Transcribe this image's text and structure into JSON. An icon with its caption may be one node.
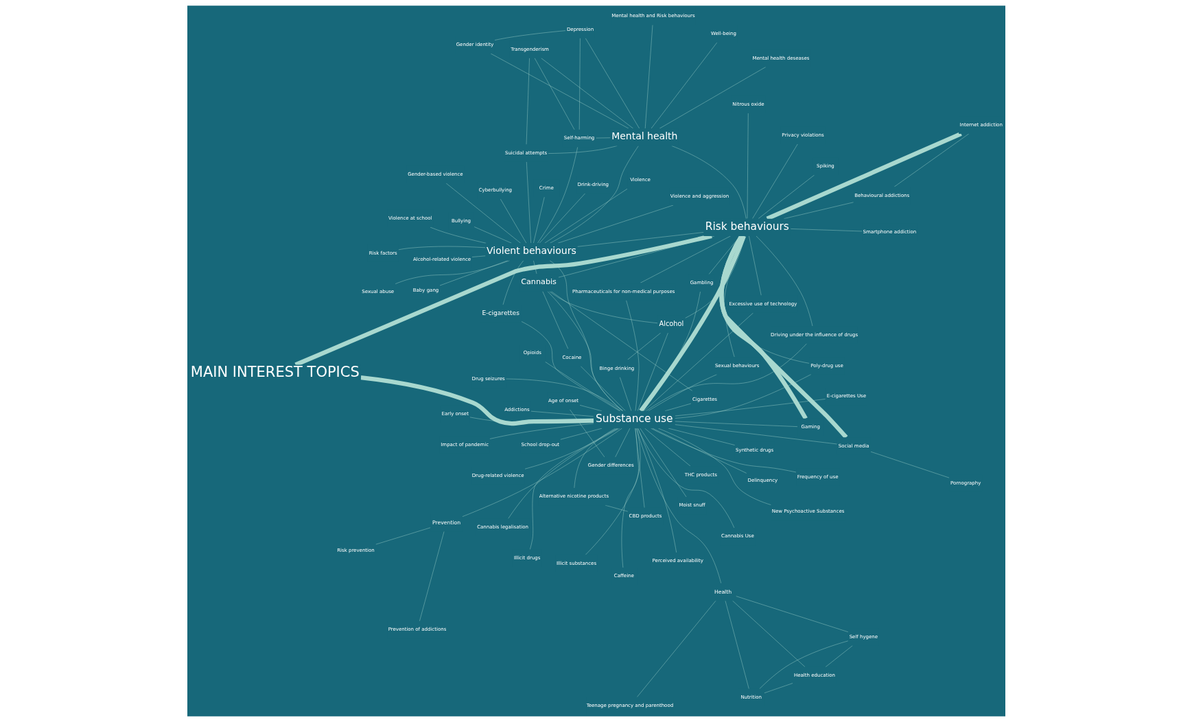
{
  "diagram": {
    "nodes": [
      {
        "text": [
          "MAIN INTEREST TOPICS"
        ]
      },
      {
        "text": [
          "Substance use"
        ]
      },
      {
        "text": [
          "Risk behaviours"
        ]
      },
      {
        "text": [
          "Violent behaviours"
        ]
      },
      {
        "text": [
          "Mental health"
        ]
      },
      {
        "text": [
          "Cannabis"
        ]
      },
      {
        "text": [
          "Alcohol"
        ]
      },
      {
        "text": [
          "E-cigarettes"
        ]
      },
      {
        "text": [
          "Health"
        ]
      },
      {
        "text": [
          "Prevention"
        ]
      },
      {
        "text": [
          "Prevention of addictions"
        ]
      },
      {
        "text": [
          "Risk prevention"
        ]
      },
      {
        "text": [
          "Delinquency"
        ]
      },
      {
        "text": [
          "Driving under the influence of drugs"
        ]
      },
      {
        "text": [
          "School drop-out"
        ]
      },
      {
        "text": [
          "Cannabis Use"
        ]
      },
      {
        "text": [
          "CBD products"
        ]
      },
      {
        "text": [
          "Alternative nicotine products"
        ]
      },
      {
        "text": [
          "Drug seizures"
        ]
      },
      {
        "text": [
          "Addictions"
        ]
      },
      {
        "text": [
          "Caffeine"
        ]
      },
      {
        "text": [
          "Illicit drugs"
        ]
      },
      {
        "text": [
          "E-cigarettes Use"
        ]
      },
      {
        "text": [
          "Gender differences"
        ]
      },
      {
        "text": [
          "Age of onset"
        ]
      },
      {
        "text": [
          "Perceived availability"
        ]
      },
      {
        "text": [
          "Frequency of use"
        ]
      },
      {
        "text": [
          "Cannabis legalisation"
        ]
      },
      {
        "text": [
          "Illicit substances"
        ]
      },
      {
        "text": [
          "New Psychoactive Substances"
        ]
      },
      {
        "text": [
          "THC products"
        ]
      },
      {
        "text": [
          "Excessive use of technology"
        ]
      },
      {
        "text": [
          "Sexual behaviours"
        ]
      },
      {
        "text": [
          "Gambling"
        ]
      },
      {
        "text": [
          "Gaming"
        ]
      },
      {
        "text": [
          "Social media"
        ]
      },
      {
        "text": [
          "Moist snuff"
        ]
      },
      {
        "text": [
          "Synthetic drugs"
        ]
      },
      {
        "text": [
          "Early onset"
        ]
      },
      {
        "text": [
          "Binge drinking"
        ]
      },
      {
        "text": [
          "Cocaine"
        ]
      },
      {
        "text": [
          "Opioids"
        ]
      },
      {
        "text": [
          "Pharmaceuticals for non-medical purposes"
        ]
      },
      {
        "text": [
          "Cigarettes"
        ]
      },
      {
        "text": [
          "Poly-drug use"
        ]
      },
      {
        "text": [
          "Impact of pandemic"
        ]
      },
      {
        "text": [
          "Pornography"
        ]
      },
      {
        "text": [
          "Smartphone addiction"
        ]
      },
      {
        "text": [
          "Behavioural addictions"
        ]
      },
      {
        "text": [
          "Internet addiction"
        ]
      },
      {
        "text": [
          "Nitrous oxide"
        ]
      },
      {
        "text": [
          "Spiking"
        ]
      },
      {
        "text": [
          "Well-being"
        ]
      },
      {
        "text": [
          "Mental health and Risk behaviours"
        ]
      },
      {
        "text": [
          "Mental health deseases"
        ]
      },
      {
        "text": [
          "Gender identity"
        ]
      },
      {
        "text": [
          "Transgenderism"
        ]
      },
      {
        "text": [
          "Depression"
        ]
      },
      {
        "text": [
          "Drink-driving"
        ]
      },
      {
        "text": [
          "Privacy violations"
        ]
      },
      {
        "text": [
          "Suicidal attempts"
        ]
      },
      {
        "text": [
          "Self-harming"
        ]
      },
      {
        "text": [
          "Sexual abuse"
        ]
      },
      {
        "text": [
          "Bullying"
        ]
      },
      {
        "text": [
          "Violence"
        ]
      },
      {
        "text": [
          "Risk factors"
        ]
      },
      {
        "text": [
          "Cyberbullying"
        ]
      },
      {
        "text": [
          "Crime"
        ]
      },
      {
        "text": [
          "Violence and aggression"
        ]
      },
      {
        "text": [
          "Violence at school"
        ]
      },
      {
        "text": [
          "Baby gang"
        ]
      },
      {
        "text": [
          "Gender-based violence"
        ]
      },
      {
        "text": [
          "Alcohol-related violence"
        ]
      },
      {
        "text": [
          "Drug-related violence"
        ]
      },
      {
        "text": [
          "Teenage pregnancy and parenthood"
        ]
      },
      {
        "text": [
          "Health education"
        ]
      },
      {
        "text": [
          "Self hygene"
        ]
      },
      {
        "text": [
          "Nutrition"
        ]
      }
    ],
    "edges": [
      {
        "from": 0,
        "to": 1,
        "arrow": "none",
        "style": "thick"
      },
      {
        "from": 0,
        "to": 2,
        "arrow": "none",
        "style": "thick"
      },
      {
        "from": 1,
        "to": 2,
        "arrow": "none",
        "style": "thick"
      },
      {
        "from": 34,
        "to": 2,
        "arrow": "none",
        "style": "thick"
      },
      {
        "from": 35,
        "to": 2,
        "arrow": "none",
        "style": "thick"
      },
      {
        "from": 49,
        "to": 2,
        "arrow": "none",
        "style": "thick"
      },
      {
        "from": 1,
        "to": 5,
        "arrow": "none"
      },
      {
        "from": 1,
        "to": 6,
        "arrow": "none"
      },
      {
        "from": 1,
        "to": 7,
        "arrow": "none"
      },
      {
        "from": 1,
        "to": 15,
        "arrow": "none"
      },
      {
        "from": 1,
        "to": 16,
        "arrow": "none"
      },
      {
        "from": 1,
        "to": 17,
        "arrow": "none"
      },
      {
        "from": 1,
        "to": 18,
        "arrow": "none"
      },
      {
        "from": 1,
        "to": 19,
        "arrow": "none"
      },
      {
        "from": 1,
        "to": 20,
        "arrow": "none"
      },
      {
        "from": 1,
        "to": 21,
        "arrow": "none"
      },
      {
        "from": 1,
        "to": 22,
        "arrow": "none"
      },
      {
        "from": 1,
        "to": 23,
        "arrow": "none"
      },
      {
        "from": 1,
        "to": 24,
        "arrow": "none"
      },
      {
        "from": 1,
        "to": 25,
        "arrow": "none"
      },
      {
        "from": 1,
        "to": 26,
        "arrow": "none"
      },
      {
        "from": 1,
        "to": 27,
        "arrow": "none"
      },
      {
        "from": 1,
        "to": 28,
        "arrow": "none"
      },
      {
        "from": 1,
        "to": 29,
        "arrow": "none"
      },
      {
        "from": 1,
        "to": 30,
        "arrow": "none"
      },
      {
        "from": 1,
        "to": 9,
        "arrow": "none"
      },
      {
        "from": 1,
        "to": 13,
        "arrow": "none"
      },
      {
        "from": 1,
        "to": 14,
        "arrow": "none"
      },
      {
        "from": 1,
        "to": 32,
        "arrow": "none"
      },
      {
        "from": 1,
        "to": 33,
        "arrow": "none"
      },
      {
        "from": 1,
        "to": 34,
        "arrow": "none"
      },
      {
        "from": 1,
        "to": 35,
        "arrow": "none"
      },
      {
        "from": 1,
        "to": 36,
        "arrow": "none"
      },
      {
        "from": 1,
        "to": 37,
        "arrow": "none"
      },
      {
        "from": 1,
        "to": 38,
        "arrow": "none"
      },
      {
        "from": 1,
        "to": 39,
        "arrow": "none"
      },
      {
        "from": 1,
        "to": 40,
        "arrow": "none"
      },
      {
        "from": 1,
        "to": 41,
        "arrow": "none"
      },
      {
        "from": 1,
        "to": 42,
        "arrow": "none"
      },
      {
        "from": 1,
        "to": 43,
        "arrow": "none"
      },
      {
        "from": 1,
        "to": 44,
        "arrow": "none"
      },
      {
        "from": 1,
        "to": 45,
        "arrow": "none"
      },
      {
        "from": 1,
        "to": 73,
        "arrow": "none"
      },
      {
        "from": 1,
        "to": 3,
        "arrow": "none"
      },
      {
        "from": 1,
        "to": 12,
        "arrow": "none"
      },
      {
        "from": 1,
        "to": 31,
        "arrow": "none"
      },
      {
        "from": 1,
        "to": 8,
        "arrow": "none"
      },
      {
        "from": 2,
        "to": 4,
        "arrow": "none"
      },
      {
        "from": 2,
        "to": 3,
        "arrow": "none"
      },
      {
        "from": 2,
        "to": 47,
        "arrow": "none"
      },
      {
        "from": 2,
        "to": 48,
        "arrow": "none"
      },
      {
        "from": 2,
        "to": 50,
        "arrow": "none"
      },
      {
        "from": 2,
        "to": 51,
        "arrow": "none"
      },
      {
        "from": 2,
        "to": 44,
        "arrow": "none"
      },
      {
        "from": 2,
        "to": 42,
        "arrow": "none"
      },
      {
        "from": 2,
        "to": 5,
        "arrow": "none"
      },
      {
        "from": 2,
        "to": 6,
        "arrow": "none"
      },
      {
        "from": 2,
        "to": 59,
        "arrow": "none"
      },
      {
        "from": 2,
        "to": 13,
        "arrow": "none"
      },
      {
        "from": 2,
        "to": 31,
        "arrow": "none"
      },
      {
        "from": 2,
        "to": 33,
        "arrow": "none"
      },
      {
        "from": 2,
        "to": 32,
        "arrow": "none"
      },
      {
        "from": 3,
        "to": 63,
        "arrow": "none"
      },
      {
        "from": 3,
        "to": 64,
        "arrow": "none"
      },
      {
        "from": 3,
        "to": 65,
        "arrow": "none"
      },
      {
        "from": 3,
        "to": 66,
        "arrow": "none"
      },
      {
        "from": 3,
        "to": 67,
        "arrow": "none"
      },
      {
        "from": 3,
        "to": 68,
        "arrow": "none"
      },
      {
        "from": 3,
        "to": 69,
        "arrow": "none"
      },
      {
        "from": 3,
        "to": 70,
        "arrow": "none"
      },
      {
        "from": 3,
        "to": 71,
        "arrow": "none"
      },
      {
        "from": 3,
        "to": 72,
        "arrow": "none"
      },
      {
        "from": 3,
        "to": 60,
        "arrow": "none"
      },
      {
        "from": 3,
        "to": 61,
        "arrow": "none"
      },
      {
        "from": 3,
        "to": 62,
        "arrow": "none"
      },
      {
        "from": 3,
        "to": 5,
        "arrow": "none"
      },
      {
        "from": 3,
        "to": 7,
        "arrow": "none"
      },
      {
        "from": 3,
        "to": 58,
        "arrow": "none"
      },
      {
        "from": 3,
        "to": 4,
        "arrow": "none"
      },
      {
        "from": 4,
        "to": 52,
        "arrow": "none"
      },
      {
        "from": 4,
        "to": 53,
        "arrow": "none"
      },
      {
        "from": 4,
        "to": 54,
        "arrow": "none"
      },
      {
        "from": 4,
        "to": 60,
        "arrow": "none"
      },
      {
        "from": 4,
        "to": 61,
        "arrow": "none"
      },
      {
        "from": 4,
        "to": 55,
        "arrow": "none"
      },
      {
        "from": 4,
        "to": 56,
        "arrow": "none"
      },
      {
        "from": 4,
        "to": 57,
        "arrow": "none"
      },
      {
        "from": 9,
        "to": 10,
        "arrow": "none"
      },
      {
        "from": 9,
        "to": 11,
        "arrow": "none"
      },
      {
        "from": 35,
        "to": 46,
        "arrow": "none"
      },
      {
        "from": 48,
        "to": 49,
        "arrow": "none"
      },
      {
        "from": 8,
        "to": 74,
        "arrow": "none"
      },
      {
        "from": 8,
        "to": 75,
        "arrow": "none"
      },
      {
        "from": 8,
        "to": 76,
        "arrow": "none"
      },
      {
        "from": 8,
        "to": 77,
        "arrow": "none"
      },
      {
        "from": 75,
        "to": 77,
        "arrow": "none"
      },
      {
        "from": 76,
        "to": 77,
        "arrow": "none"
      },
      {
        "from": 76,
        "to": 75,
        "arrow": "none"
      },
      {
        "from": 16,
        "to": 17,
        "arrow": "none"
      },
      {
        "from": 23,
        "to": 24,
        "arrow": "none"
      },
      {
        "from": 61,
        "to": 57,
        "arrow": "none"
      },
      {
        "from": 60,
        "to": 56,
        "arrow": "none"
      },
      {
        "from": 55,
        "to": 57,
        "arrow": "none"
      },
      {
        "from": 56,
        "to": 61,
        "arrow": "none"
      },
      {
        "from": 5,
        "to": 6,
        "arrow": "none"
      },
      {
        "from": 5,
        "to": 43,
        "arrow": "none"
      },
      {
        "from": 5,
        "to": 40,
        "arrow": "none"
      },
      {
        "from": 6,
        "to": 39,
        "arrow": "none"
      }
    ]
  }
}
